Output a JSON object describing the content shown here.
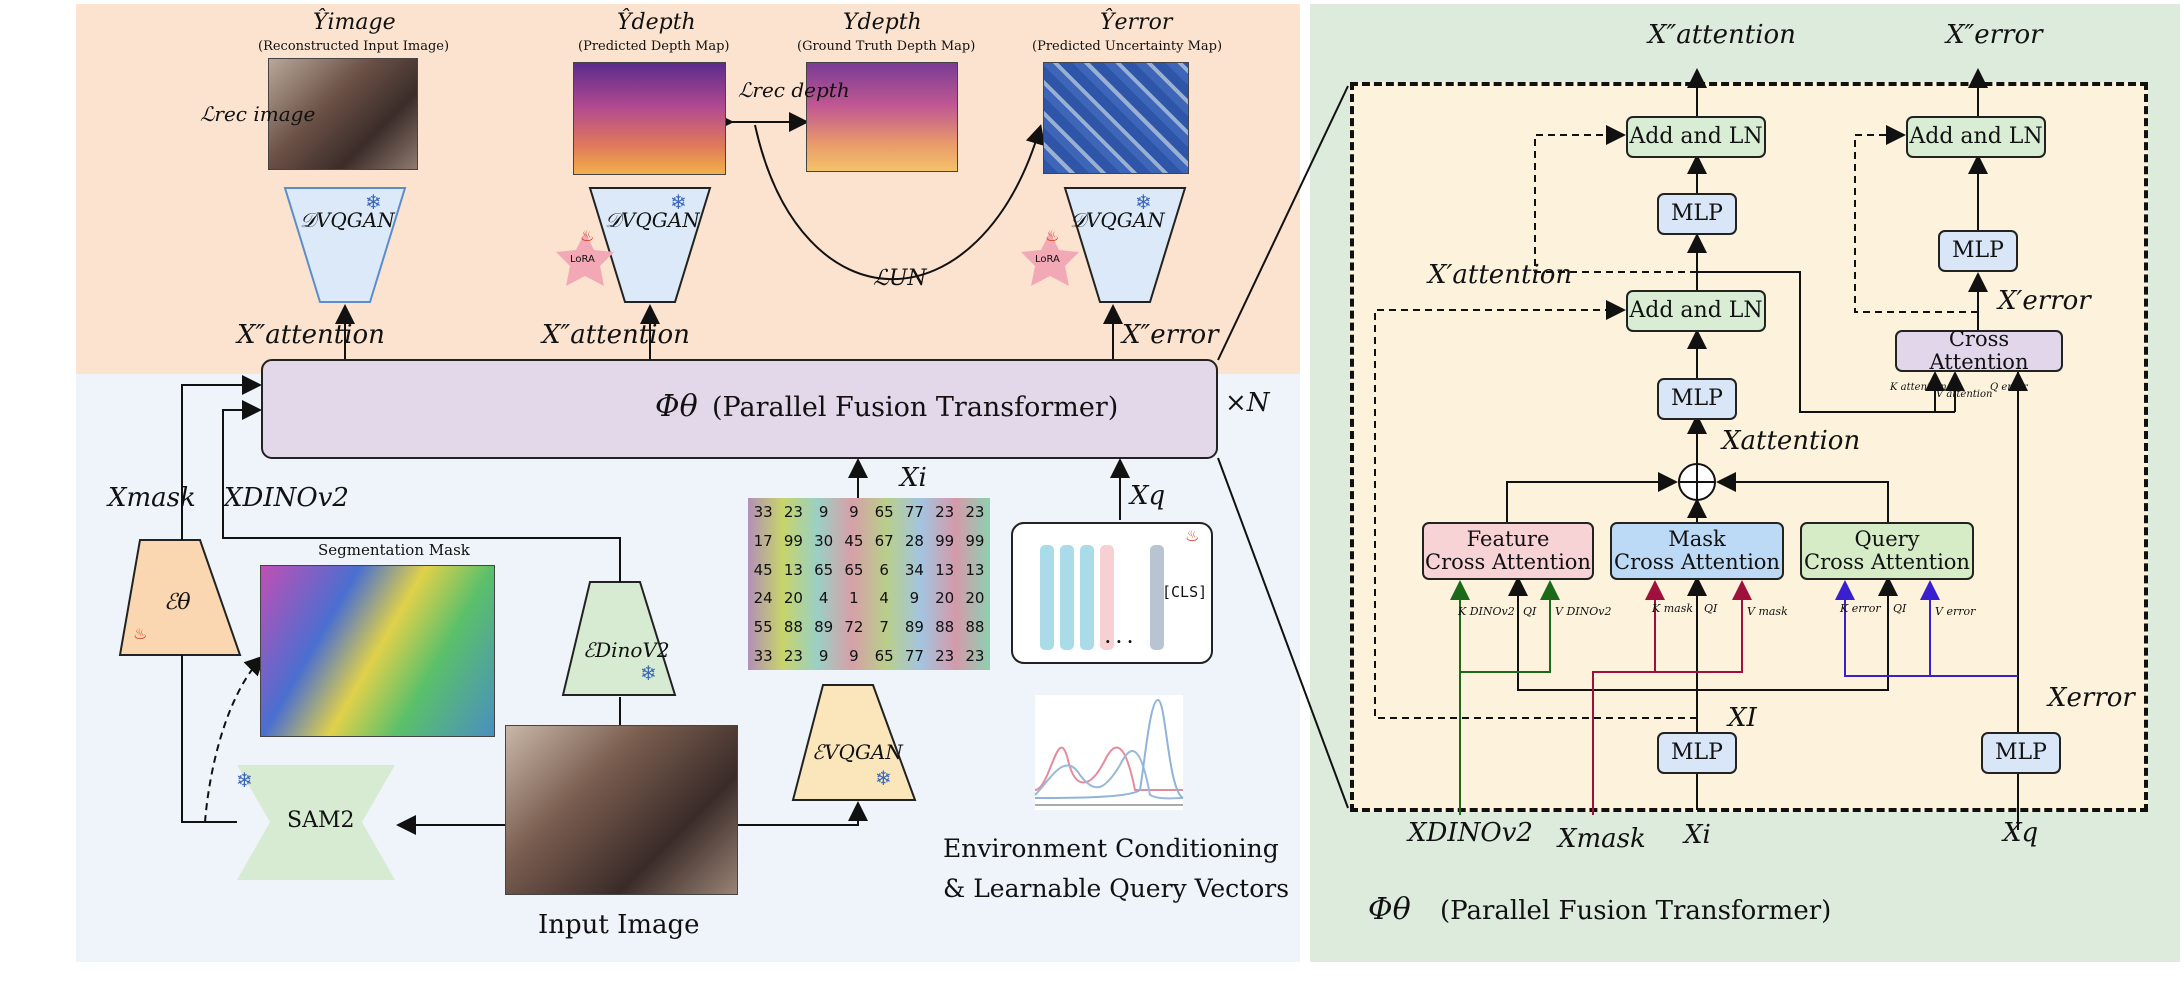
{
  "top_left": {
    "y_image_label": "Ŷimage",
    "y_image_sub": "(Reconstructed Input Image)",
    "y_depth_hat_label": "Ŷdepth",
    "y_depth_hat_sub": "(Predicted Depth Map)",
    "y_depth_label": "Ydepth",
    "y_depth_sub": "(Ground Truth Depth Map)",
    "y_error_label": "Ŷerror",
    "y_error_sub": "(Predicted Uncertainty Map)",
    "l_rec_image": "ℒrec image",
    "l_rec_depth": "ℒrec depth",
    "l_un": "ℒUN",
    "decoder_label": "𝒟VQGAN",
    "lora": "LoRA",
    "x_attention_1": "X″attention",
    "x_attention_2": "X″attention",
    "x_error": "X″error"
  },
  "bottom_left": {
    "phi_label": "Φθ",
    "phi_text": "(Parallel Fusion Transformer)",
    "times_n": "×N",
    "x_mask": "Xmask",
    "x_dinov2": "XDINOv2",
    "x_i": "Xi",
    "x_q": "Xq",
    "segmentation_mask": "Segmentation Mask",
    "enc_theta": "ℰθ",
    "enc_dinov2": "ℰDinoV2",
    "enc_vqgan": "ℰVQGAN",
    "sam2": "SAM2",
    "input_image": "Input Image",
    "cls": "[CLS]",
    "dots": ". . .",
    "env_line1": "Environment Conditioning",
    "env_line2": "& Learnable Query Vectors",
    "token_grid": [
      [
        "33",
        "23",
        "9",
        "9",
        "65",
        "77",
        "23",
        "23"
      ],
      [
        "17",
        "99",
        "30",
        "45",
        "67",
        "28",
        "99",
        "99"
      ],
      [
        "45",
        "13",
        "65",
        "65",
        "6",
        "34",
        "13",
        "13"
      ],
      [
        "24",
        "20",
        "4",
        "1",
        "4",
        "9",
        "20",
        "20"
      ],
      [
        "55",
        "88",
        "89",
        "72",
        "7",
        "89",
        "88",
        "88"
      ],
      [
        "33",
        "23",
        "9",
        "9",
        "65",
        "77",
        "23",
        "23"
      ]
    ]
  },
  "right": {
    "x_att_out": "X″attention",
    "x_err_out": "X″error",
    "x_att_prime": "X′attention",
    "x_err_prime": "X′error",
    "add_ln_1": "Add and LN",
    "add_ln_2": "Add and LN",
    "add_ln_3": "Add and LN",
    "mlp": "MLP",
    "cross_attention": "Cross Attention",
    "x_attention": "Xattention",
    "feature_ca_1": "Feature",
    "feature_ca_2": "Cross Attention",
    "mask_ca_1": "Mask",
    "mask_ca_2": "Cross Attention",
    "query_ca_1": "Query",
    "query_ca_2": "Cross Attention",
    "k_dinov2": "K DINOv2",
    "q_i": "QI",
    "v_dinov2": "V DINOv2",
    "k_mask": "K mask",
    "v_mask": "V mask",
    "k_error": "K error",
    "v_error": "V error",
    "k_attention": "K attention",
    "v_attention": "V attention",
    "q_error": "Q error",
    "x_I": "XI",
    "x_error_in": "Xerror",
    "in_dinov2": "XDINOv2",
    "in_mask": "Xmask",
    "in_i": "Xi",
    "in_q": "Xq",
    "footer_phi": "Φθ",
    "footer_text": "(Parallel Fusion Transformer)"
  },
  "colors": {
    "top_bg": "#fbe3cf",
    "bottom_bg": "#eef4fa",
    "right_bg": "#dcebdc",
    "inner_bg": "#fdf3dc",
    "decoder_fill": "#dbe9f8",
    "phi_fill": "#e3d7ea",
    "add_ln_fill": "#d9ecd4",
    "mlp_fill": "#d8e6f7",
    "feature_fill": "#f8d3d6",
    "mask_fill": "#bcdaf6",
    "query_fill": "#d6ecc6",
    "cross_fill": "#e1d6ea"
  }
}
